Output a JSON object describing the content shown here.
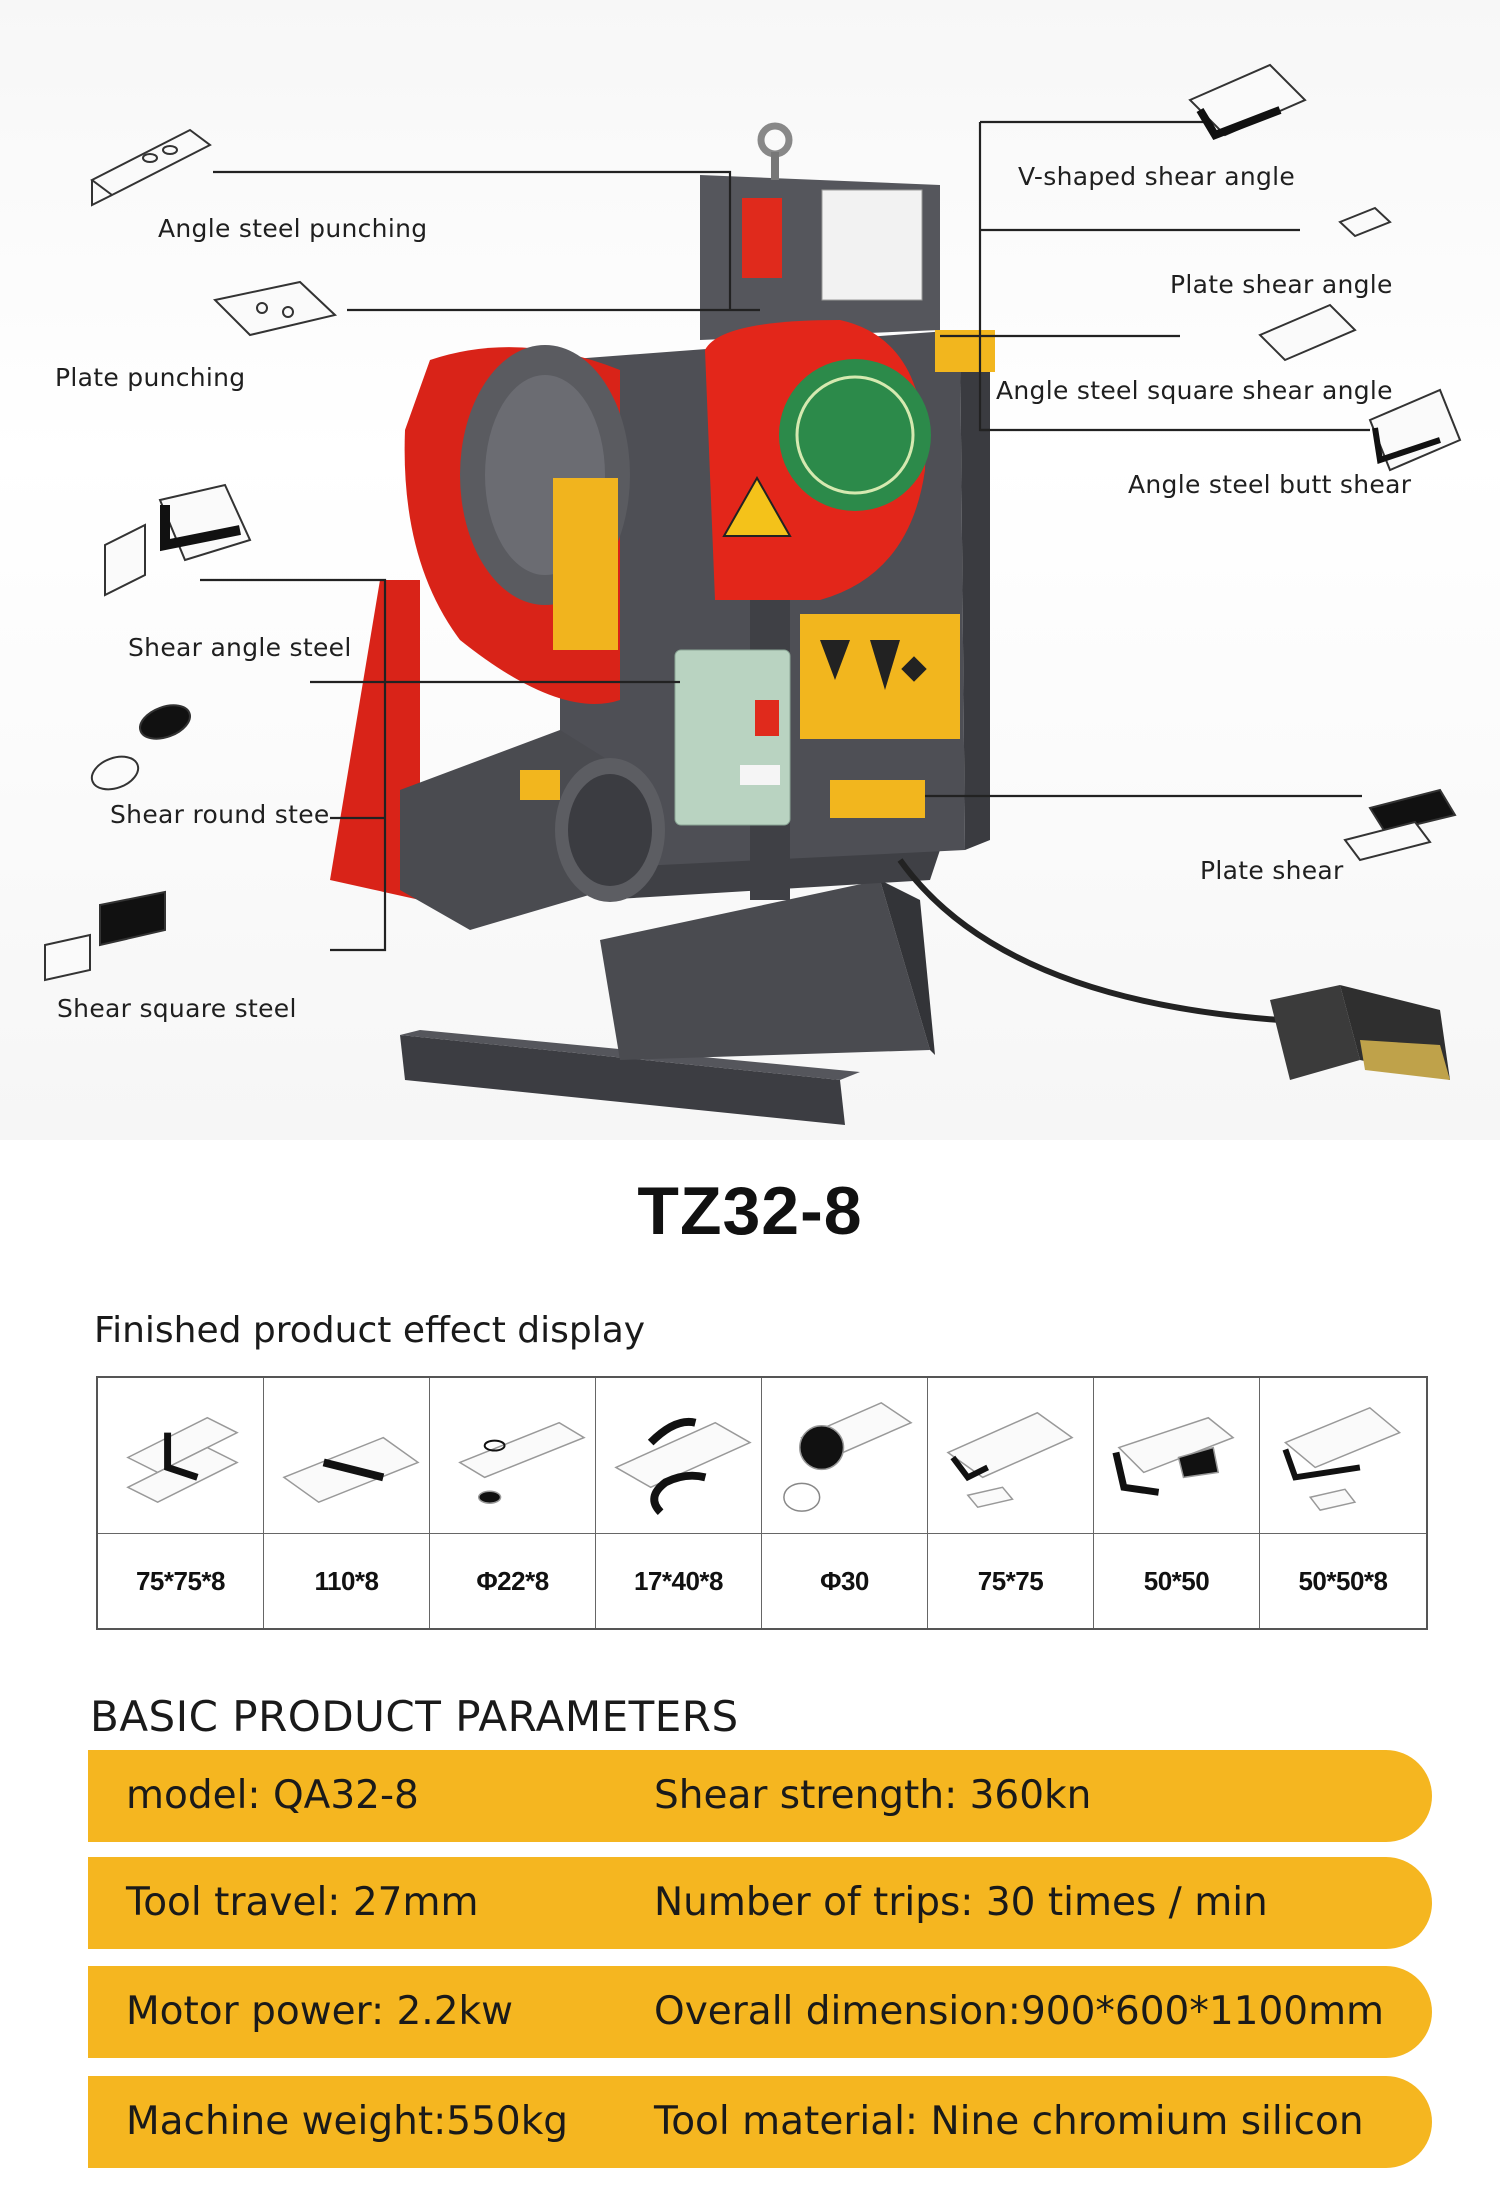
{
  "hero": {
    "callouts": {
      "angle_steel_punching": "Angle steel punching",
      "plate_punching": "Plate punching",
      "shear_angle_steel": "Shear angle steel",
      "shear_round_steel": "Shear round stee",
      "shear_square_steel": "Shear square steel",
      "v_shaped_shear_angle": "V-shaped shear angle",
      "plate_shear_angle": "Plate shear angle",
      "angle_steel_square_shear_angle": "Angle steel square shear angle",
      "angle_steel_butt_shear": "Angle steel butt shear",
      "plate_shear": "Plate shear"
    },
    "colors": {
      "machine_body": "#4e4f55",
      "guard_red": "#e0261c",
      "accent_yellow": "#f2b61e",
      "box_green": "#b9d3c1"
    }
  },
  "model_title": "TZ32-8",
  "finished": {
    "heading": "Finished product effect display",
    "items": [
      {
        "label": "75*75*8",
        "icon": "angle-steel-punching-icon"
      },
      {
        "label": "110*8",
        "icon": "plate-slot-icon"
      },
      {
        "label": "Φ22*8",
        "icon": "plate-hole-icon"
      },
      {
        "label": "17*40*8",
        "icon": "oblong-hole-icon"
      },
      {
        "label": "Φ30",
        "icon": "round-steel-icon"
      },
      {
        "label": "75*75",
        "icon": "v-shear-angle-icon"
      },
      {
        "label": "50*50",
        "icon": "angle-square-shear-icon"
      },
      {
        "label": "50*50*8",
        "icon": "angle-butt-shear-icon"
      }
    ]
  },
  "params": {
    "heading": "BASIC PRODUCT PARAMETERS",
    "rows": [
      {
        "left": "model:  QA32-8",
        "right": "Shear strength:  360kn"
      },
      {
        "left": "Tool travel:  27mm",
        "right": "Number of trips:  30 times / min"
      },
      {
        "left": "Motor power:  2.2kw",
        "right": "Overall dimension:900*600*1100mm"
      },
      {
        "left": "Machine weight:550kg",
        "right": "Tool material:  Nine chromium silicon"
      }
    ],
    "bar_color": "#f5b620"
  }
}
